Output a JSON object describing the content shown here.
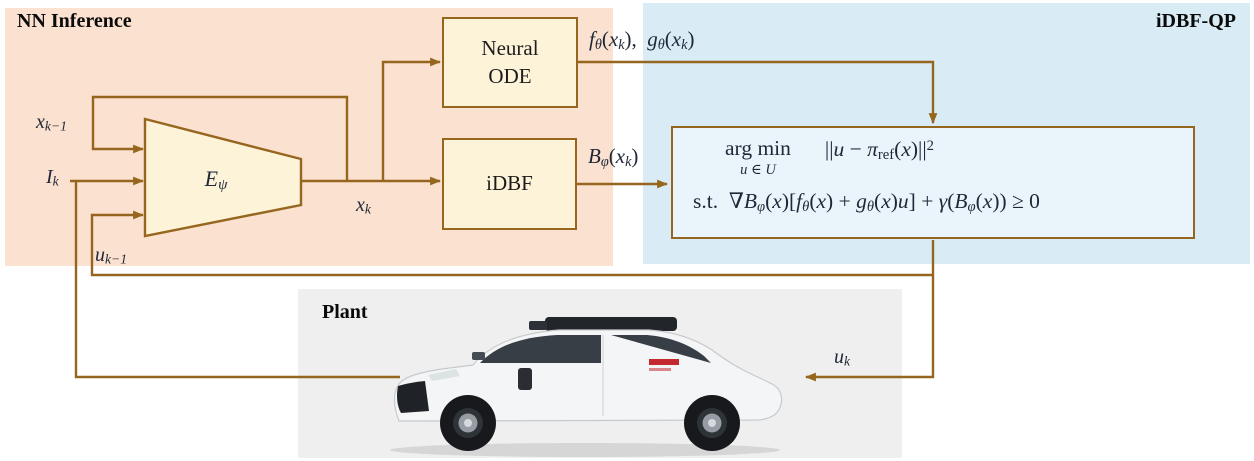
{
  "regions": {
    "nn_inference": {
      "title": "NN Inference"
    },
    "idbf_qp": {
      "title": "iDBF-QP"
    },
    "plant": {
      "title": "Plant"
    }
  },
  "blocks": {
    "encoder": {
      "label": [
        [
          "n",
          "E"
        ],
        [
          "s",
          "ψ"
        ]
      ]
    },
    "neural_ode": {
      "line1": "Neural",
      "line2": "ODE"
    },
    "idbf": {
      "label": "iDBF"
    },
    "qp": {
      "argmin": "arg min",
      "argmin_sub": [
        [
          "n",
          "u"
        ],
        [
          "r",
          " ∈ "
        ],
        [
          "n",
          "U"
        ]
      ],
      "objective": [
        [
          "r",
          "||"
        ],
        [
          "n",
          "u"
        ],
        [
          "r",
          " − "
        ],
        [
          "n",
          "π"
        ],
        [
          "t",
          "ref"
        ],
        [
          "r",
          "("
        ],
        [
          "n",
          "x"
        ],
        [
          "r",
          ")||"
        ],
        [
          "p",
          "2"
        ]
      ],
      "constraint": [
        [
          "r",
          "s.t.  ∇"
        ],
        [
          "n",
          "B"
        ],
        [
          "s",
          "φ"
        ],
        [
          "r",
          "("
        ],
        [
          "n",
          "x"
        ],
        [
          "r",
          ")["
        ],
        [
          "n",
          "f"
        ],
        [
          "s",
          "θ"
        ],
        [
          "r",
          "("
        ],
        [
          "n",
          "x"
        ],
        [
          "r",
          ") + "
        ],
        [
          "n",
          "g"
        ],
        [
          "s",
          "θ"
        ],
        [
          "r",
          "("
        ],
        [
          "n",
          "x"
        ],
        [
          "r",
          ")"
        ],
        [
          "n",
          "u"
        ],
        [
          "r",
          "] + "
        ],
        [
          "n",
          "γ"
        ],
        [
          "r",
          "("
        ],
        [
          "n",
          "B"
        ],
        [
          "s",
          "φ"
        ],
        [
          "r",
          "("
        ],
        [
          "n",
          "x"
        ],
        [
          "r",
          ")) ≥ 0"
        ]
      ]
    }
  },
  "signals": {
    "x_prev": [
      [
        "n",
        "x"
      ],
      [
        "s",
        "k−1"
      ]
    ],
    "i_k": [
      [
        "n",
        "I"
      ],
      [
        "s",
        "k"
      ]
    ],
    "u_prev": [
      [
        "n",
        "u"
      ],
      [
        "s",
        "k−1"
      ]
    ],
    "x_k": [
      [
        "n",
        "x"
      ],
      [
        "s",
        "k"
      ]
    ],
    "fg": [
      [
        "n",
        "f"
      ],
      [
        "s",
        "θ"
      ],
      [
        "r",
        "("
      ],
      [
        "n",
        "x"
      ],
      [
        "s",
        "k"
      ],
      [
        "r",
        "),  "
      ],
      [
        "n",
        "g"
      ],
      [
        "s",
        "θ"
      ],
      [
        "r",
        "("
      ],
      [
        "n",
        "x"
      ],
      [
        "s",
        "k"
      ],
      [
        "r",
        ")"
      ]
    ],
    "b_phi": [
      [
        "n",
        "B"
      ],
      [
        "s",
        "φ"
      ],
      [
        "r",
        "("
      ],
      [
        "n",
        "x"
      ],
      [
        "s",
        "k"
      ],
      [
        "r",
        ")"
      ]
    ],
    "u_k": [
      [
        "n",
        "u"
      ],
      [
        "s",
        "k"
      ]
    ]
  },
  "colors": {
    "wire": "#96661f",
    "nn_bg": "#fbe1cf",
    "qp_bg": "#d9ecf6",
    "plant_bg": "#efefef",
    "block_fill": "#fdf3d8",
    "qp_box_fill": "#e9f4fb",
    "math_text": "#1f2838"
  }
}
